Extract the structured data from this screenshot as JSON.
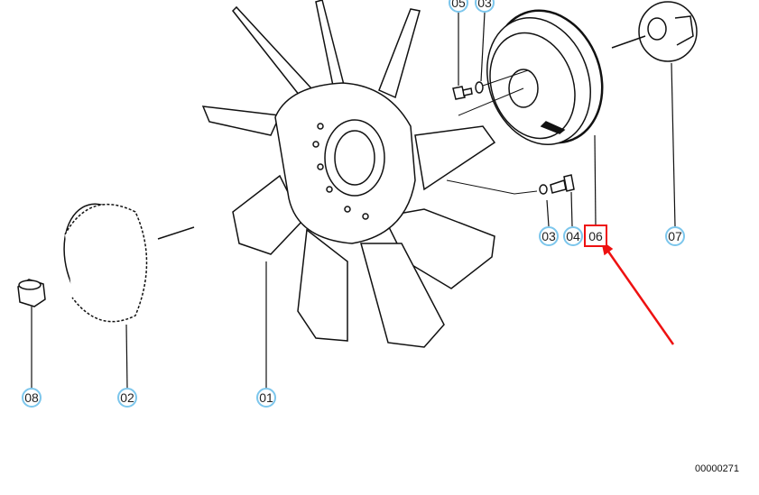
{
  "callouts": [
    {
      "id": "05",
      "label": "05"
    },
    {
      "id": "03a",
      "label": "03"
    },
    {
      "id": "03b",
      "label": "03"
    },
    {
      "id": "04",
      "label": "04"
    },
    {
      "id": "06",
      "label": "06",
      "selected": true
    },
    {
      "id": "07",
      "label": "07"
    },
    {
      "id": "08",
      "label": "08"
    },
    {
      "id": "02",
      "label": "02"
    },
    {
      "id": "01",
      "label": "01"
    }
  ],
  "drawing_number": "00000271",
  "colors": {
    "callout_border": "#7cc6ec",
    "highlight": "#ee1111"
  }
}
